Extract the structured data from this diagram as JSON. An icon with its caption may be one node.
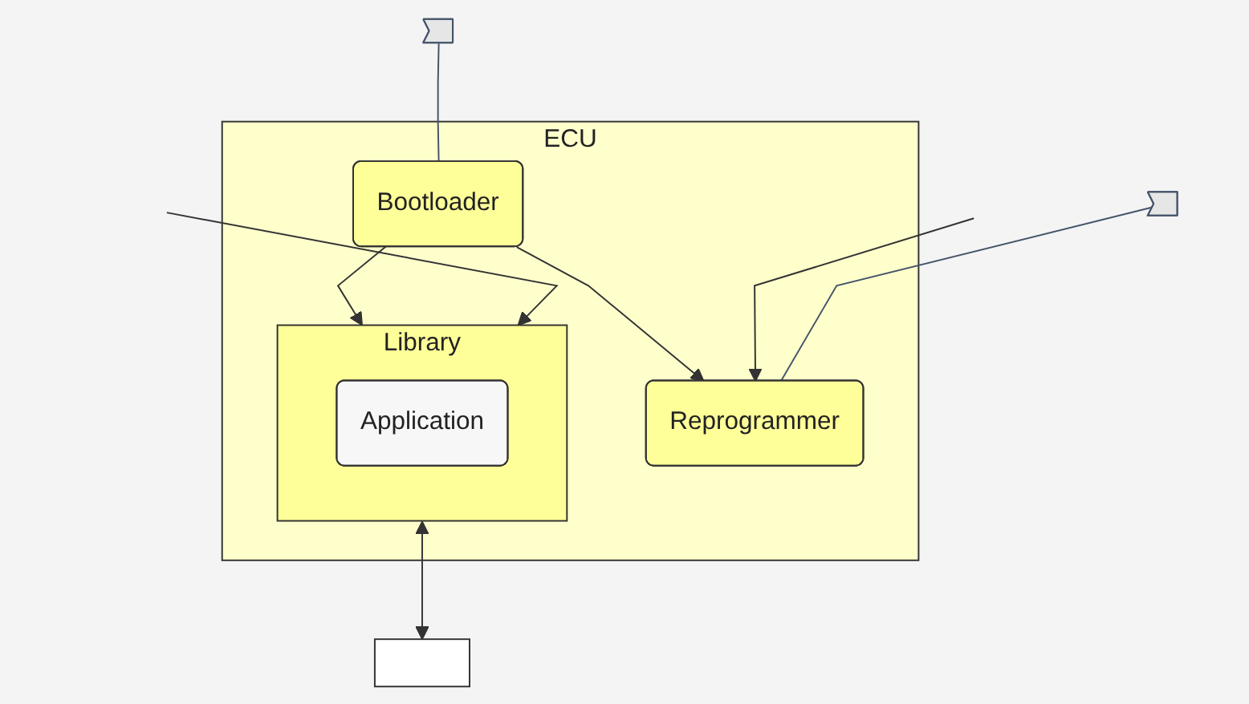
{
  "diagram": {
    "nodes": [
      {
        "text": [
          "ECU"
        ]
      },
      {
        "text": [
          "Bootloader"
        ],
        "in": 0
      },
      {
        "text": [
          "Reprogrammer"
        ],
        "in": 0
      },
      {
        "text": [
          "Library"
        ],
        "in": 0
      },
      {
        "text": [
          "Application"
        ],
        "in": 3
      },
      {
        "text": [],
        "shape": "box"
      },
      {
        "text": [],
        "shape": "callout"
      },
      {
        "text": [],
        "shape": "callout"
      }
    ],
    "edges": [
      {
        "from": 1,
        "to": 2,
        "arrow": "to"
      },
      {
        "from": 1,
        "to": 3,
        "arrow": "to"
      },
      {
        "from": 3,
        "to": 5,
        "arrow": "both"
      },
      {
        "from": null,
        "to": 2,
        "arrow": "to"
      },
      {
        "from": null,
        "to": 3,
        "arrow": "to"
      },
      {
        "from": 6,
        "to": 1,
        "arrow": "none",
        "color": "#44546a"
      },
      {
        "from": 7,
        "to": 2,
        "arrow": "none",
        "color": "#44546a"
      }
    ]
  }
}
